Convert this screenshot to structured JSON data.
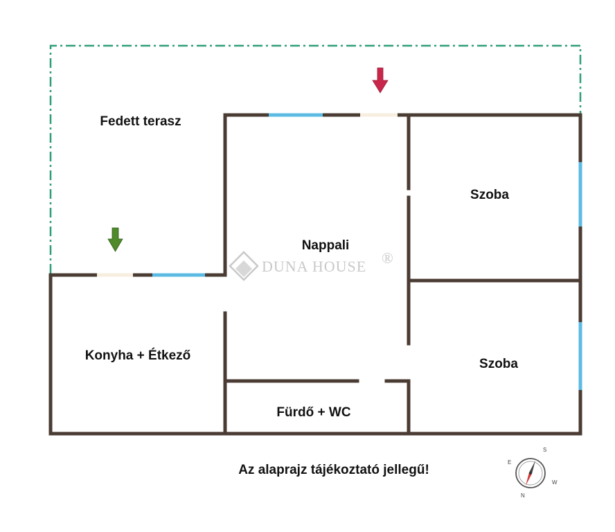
{
  "rooms": {
    "terrace": "Fedett terasz",
    "living": "Nappali",
    "bedroom_1": "Szoba",
    "bedroom_2": "Szoba",
    "kitchen": "Konyha + Étkező",
    "bathroom": "Fürdő + WC"
  },
  "note": "Az alaprajz tájékoztató jellegű!",
  "watermark": {
    "brand": "DUNA HOUSE",
    "registered": "®",
    "logo_icon": "diamond-logo-icon"
  },
  "compass": {
    "icon": "compass-icon",
    "letters": {
      "s": "S",
      "e": "E",
      "w": "W",
      "n": "N"
    }
  },
  "entrances": [
    {
      "name": "main-entrance-arrow",
      "icon": "arrow-down-icon",
      "color": "#c8264a"
    },
    {
      "name": "kitchen-entrance-arrow",
      "icon": "arrow-down-icon",
      "color": "#4f8a2b"
    }
  ],
  "colors": {
    "wall": "#4a3b33",
    "window": "#5bbbe3",
    "door_gap": "#f7eedf",
    "terrace_outline": "#2e9e78",
    "watermark": "#c9c9c9"
  }
}
